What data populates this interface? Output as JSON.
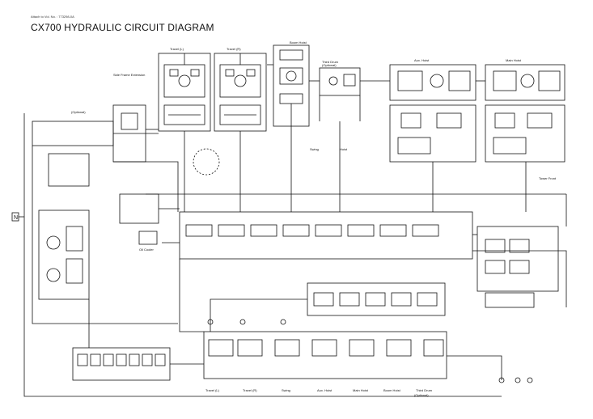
{
  "document": {
    "attachment_ref": "Attach to Vol. No. : 773298-0A",
    "title": "CX700 HYDRAULIC CIRCUIT DIAGRAM"
  },
  "top_labels": {
    "travel_l": "Travel (L)",
    "travel_r": "Travel (R)",
    "boom_hoist": "Boom Hoist",
    "third_drum": "Third Drum",
    "third_drum_opt": "(Optional)",
    "aux_hoist": "Aux. Hoist",
    "main_hoist": "Main Hoist",
    "side_frame_extension": "Side Frame Extension",
    "swing": "Swing",
    "hoist": "Hoist",
    "tower_front": "Tower Front",
    "oil_cooler": "Oil Cooler",
    "optional": "(Optional)"
  },
  "left_labels": {
    "n_marker": "N"
  },
  "bottom_labels": [
    "Travel (L)",
    "Travel (R)",
    "Swing",
    "Aux. Hoist",
    "Main Hoist",
    "Boom Hoist",
    "Third Drum",
    "(Optional)"
  ],
  "line_color": "#111111"
}
